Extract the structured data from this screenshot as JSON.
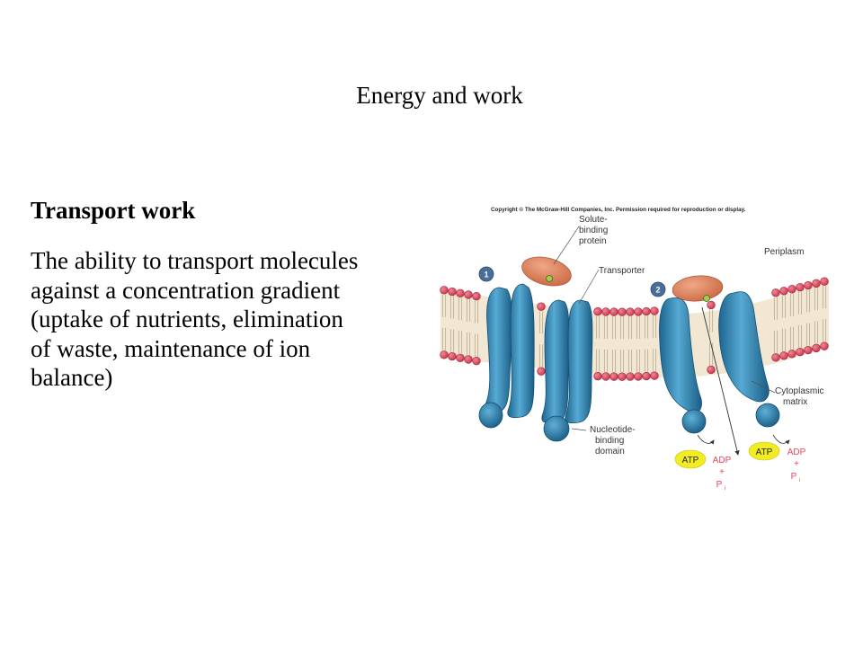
{
  "slide": {
    "title": "Energy and work",
    "heading": "Transport work",
    "body_lines": [
      "The ability to transport molecules",
      "against a concentration gradient",
      "(uptake of nutrients, elimination",
      "of waste, maintenance  of ion",
      "balance)"
    ]
  },
  "figure": {
    "copyright": "Copyright © The McGraw-Hill Companies, Inc. Permission required for reproduction or display.",
    "labels": {
      "solute_binding_protein": [
        "Solute-",
        "binding",
        "protein"
      ],
      "transporter": "Transporter",
      "periplasm": "Periplasm",
      "cytoplasmic_matrix": [
        "Cytoplasmic",
        "matrix"
      ],
      "nucleotide_binding_domain": [
        "Nucleotide-",
        "binding",
        "domain"
      ],
      "step1": "1",
      "step2": "2",
      "atp": "ATP",
      "adp": "ADP",
      "plus": "+",
      "pi": "P",
      "pi_sub": "i"
    },
    "colors": {
      "lipid_head": "#dc4a5e",
      "lipid_tail": "#f1e7d3",
      "protein_blue": "#2f87b4",
      "solute_protein": "#d97b58",
      "solute": "#a3cc4a",
      "atp_bubble": "#f2ec22",
      "adp_text": "#e8435c",
      "step_badge": "#4a6e9a"
    }
  }
}
